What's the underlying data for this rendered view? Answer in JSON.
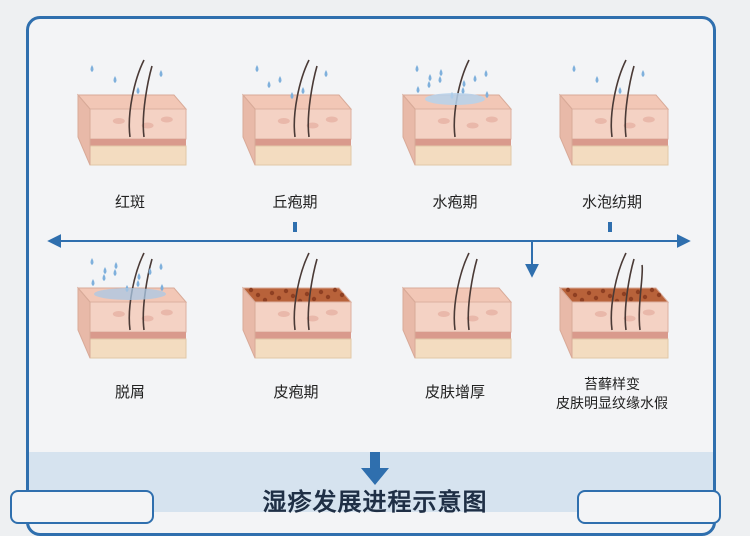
{
  "diagram": {
    "stages_top": [
      {
        "label": "红斑",
        "type": "dry",
        "hair": 2,
        "drops": "few"
      },
      {
        "label": "丘疱期",
        "type": "dry",
        "hair": 2,
        "drops": "some"
      },
      {
        "label": "水疱期",
        "type": "dry",
        "hair": 1,
        "drops": "many"
      },
      {
        "label": "水泡纺期",
        "type": "dry",
        "hair": 2,
        "drops": "few"
      }
    ],
    "stages_bottom": [
      {
        "label": "脱屑",
        "type": "wet",
        "hair": 2,
        "drops": "many"
      },
      {
        "label": "皮疱期",
        "type": "crust",
        "hair": 2,
        "drops": "none"
      },
      {
        "label": "皮肤增厚",
        "type": "thick",
        "hair": 2,
        "drops": "none"
      },
      {
        "label": "苔藓样变\n皮肤明显纹缘水假",
        "type": "crust",
        "hair": 3,
        "drops": "none"
      }
    ],
    "footer_title": "湿疹发展进程示意图",
    "colors": {
      "frame": "#2f6fae",
      "arrow": "#2f6fae",
      "skin_top": "#f2c7b6",
      "skin_mid": "#d99a8c",
      "skin_base": "#f3dcc0",
      "crust": "#b8623a",
      "drop": "#7fb0dc"
    }
  }
}
